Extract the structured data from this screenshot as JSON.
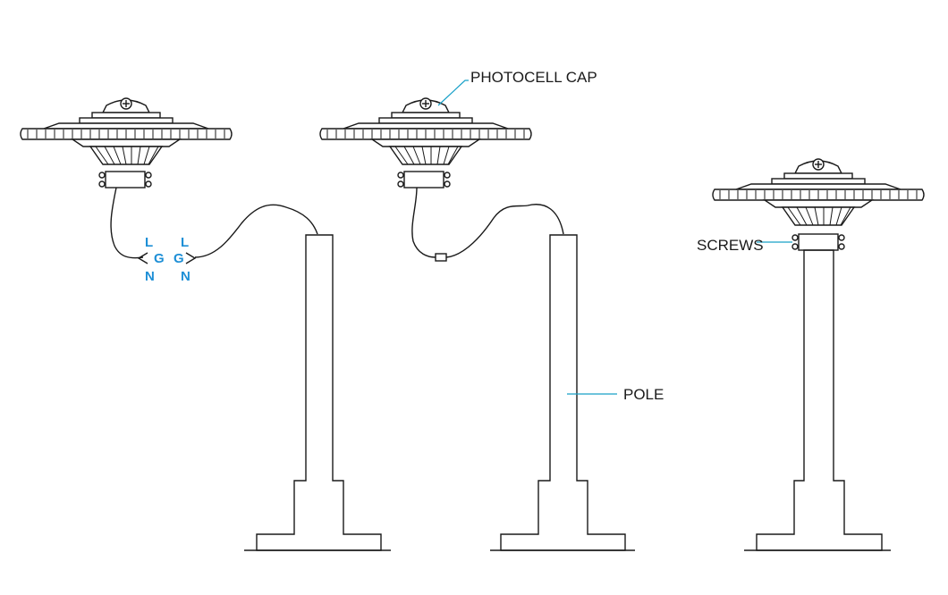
{
  "labels": {
    "photocell_cap": "PHOTOCELL CAP",
    "screws": "SCREWS",
    "pole": "POLE"
  },
  "wire_labels": {
    "left": [
      "L",
      "G",
      "N"
    ],
    "right": [
      "L",
      "G",
      "N"
    ]
  },
  "colors": {
    "line": "#1a1a1a",
    "leader": "#18a0c8",
    "wire_label": "#1e8fd6"
  }
}
